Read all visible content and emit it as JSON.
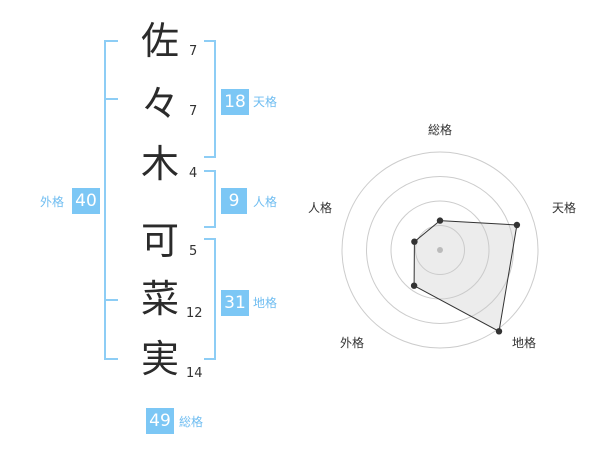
{
  "name_chars": [
    {
      "char": "佐",
      "strokes": "7"
    },
    {
      "char": "々",
      "strokes": "7"
    },
    {
      "char": "木",
      "strokes": "4"
    },
    {
      "char": "可",
      "strokes": "5"
    },
    {
      "char": "菜",
      "strokes": "12"
    },
    {
      "char": "実",
      "strokes": "14"
    }
  ],
  "kakusu": {
    "tenkaku": {
      "value": "18",
      "label": "天格"
    },
    "jinkaku": {
      "value": "9",
      "label": "人格"
    },
    "chikaku": {
      "value": "31",
      "label": "地格"
    },
    "gaikaku": {
      "value": "40",
      "label": "外格"
    },
    "soukaku": {
      "value": "49",
      "label": "総格"
    }
  },
  "colors": {
    "accent": "#7cc7f5",
    "bracket": "#8dcdf5",
    "label": "#6fbdf1"
  },
  "chart_data": {
    "type": "radar",
    "axes": [
      "総格",
      "天格",
      "地格",
      "外格",
      "人格"
    ],
    "max": 4,
    "rings": 4,
    "values": [
      1.2,
      3.3,
      4.1,
      1.8,
      1.1
    ]
  }
}
